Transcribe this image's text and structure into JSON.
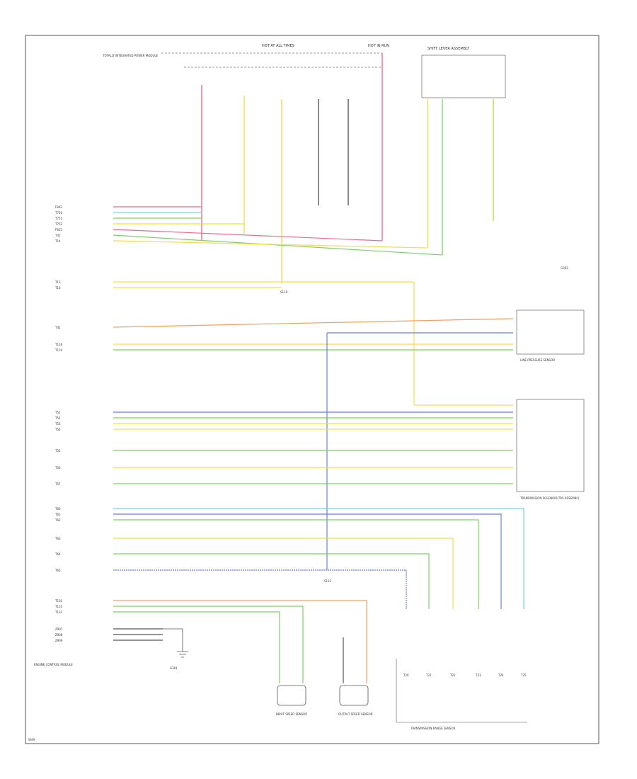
{
  "colors": {
    "frame": "#444444",
    "black_wire": "#555555",
    "pink": "#f06a8a",
    "yellow": "#f3df4a",
    "green": "#7fcf6a",
    "blue": "#6b7fd8",
    "cyan": "#70d6e8",
    "orange": "#f2a060",
    "lime": "#b7db4a"
  },
  "labels": {
    "fuse_a": "HOT AT ALL TIMES",
    "fuse_b": "HOT IN RUN",
    "shift_lever": "SHIFT LEVER ASSEMBLY",
    "tipm": "TOTALLY INTEGRATED POWER MODULE",
    "ground_left": "G301",
    "ground_right": "G302",
    "splice_1": "S110",
    "splice_2": "S112",
    "component_left": "ENGINE CONTROL MODULE",
    "component_right": "TRANSMISSION SOLENOID/TRS ASSEMBLY",
    "pressure_sensor": "LINE PRESSURE SENSOR",
    "input_speed": "INPUT SPEED SENSOR",
    "output_speed": "OUTPUT SPEED SENSOR",
    "trans_range": "TRANSMISSION RANGE SENSOR",
    "footer": "W49"
  },
  "circuits": {
    "left_block_1": [
      "F842",
      "T750",
      "T751",
      "T752",
      "F855",
      "T41",
      "T14"
    ],
    "left_block_2": [
      "T13",
      "T16"
    ],
    "left_block_3": [
      "T42",
      "T118",
      "T119"
    ],
    "left_block_4": [
      "T51",
      "T52",
      "T53",
      "T54",
      "T55",
      "T56",
      "T57"
    ],
    "left_block_5": [
      "T60",
      "T61",
      "T62",
      "T63",
      "T64",
      "T65"
    ],
    "left_block_6": [
      "T130",
      "T131",
      "T132",
      "Z907",
      "Z908",
      "Z909"
    ],
    "bottom_connectors": [
      "T20",
      "T21",
      "T22",
      "T23",
      "T24",
      "T25"
    ]
  }
}
